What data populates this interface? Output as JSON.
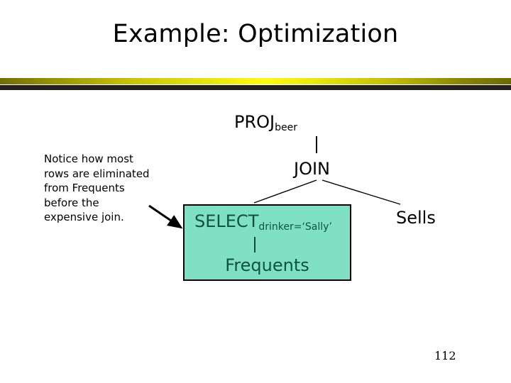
{
  "slide": {
    "title": "Example: Optimization",
    "page_number": "112",
    "divider": {
      "gradient_dark": "#726d05",
      "gradient_bright": "#fdfa17",
      "under_bar": "#221f1c"
    }
  },
  "note": {
    "text": "Notice how most rows are eliminated from Frequents before the expensive join.",
    "arrow_name": "note-to-select-arrow"
  },
  "tree": {
    "root": {
      "operator": "PROJ",
      "subscript": "beer"
    },
    "join": {
      "label": "JOIN"
    },
    "left_branch": {
      "highlight_color": "#7fe0c4",
      "text_color": "#0b5340",
      "select": {
        "operator": "SELECT",
        "subscript": "drinker=‘Sally’"
      },
      "relation": "Frequents"
    },
    "right_branch": {
      "relation": "Sells"
    }
  }
}
